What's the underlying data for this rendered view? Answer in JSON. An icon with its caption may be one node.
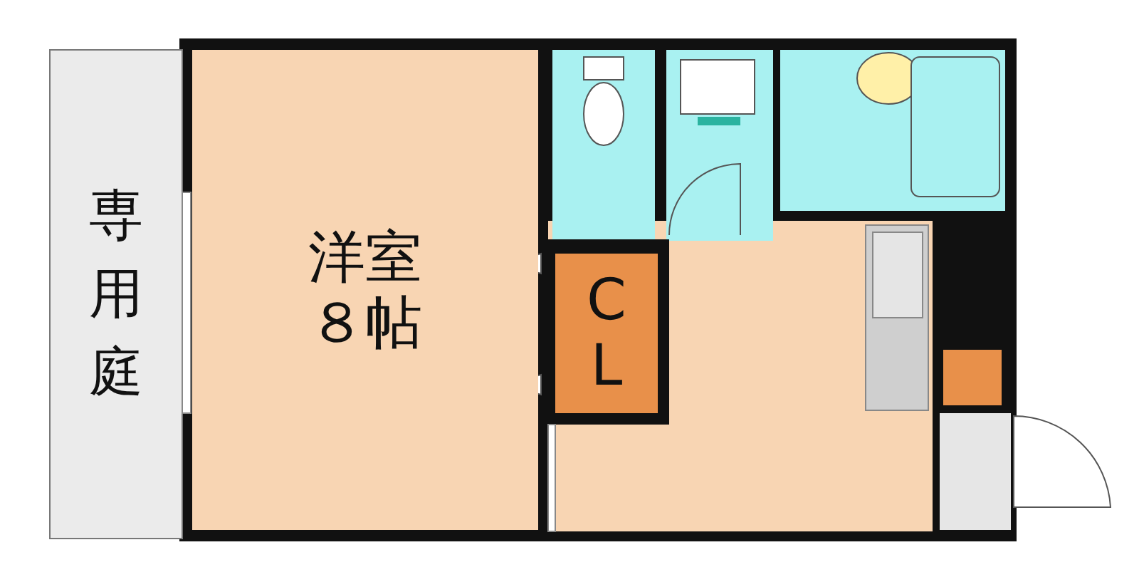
{
  "diagram": {
    "nodes": [
      {
        "text": [
          "専用庭"
        ]
      },
      {
        "text": [
          "洋室８帖"
        ]
      },
      {
        "text": [
          "CL"
        ]
      }
    ]
  }
}
